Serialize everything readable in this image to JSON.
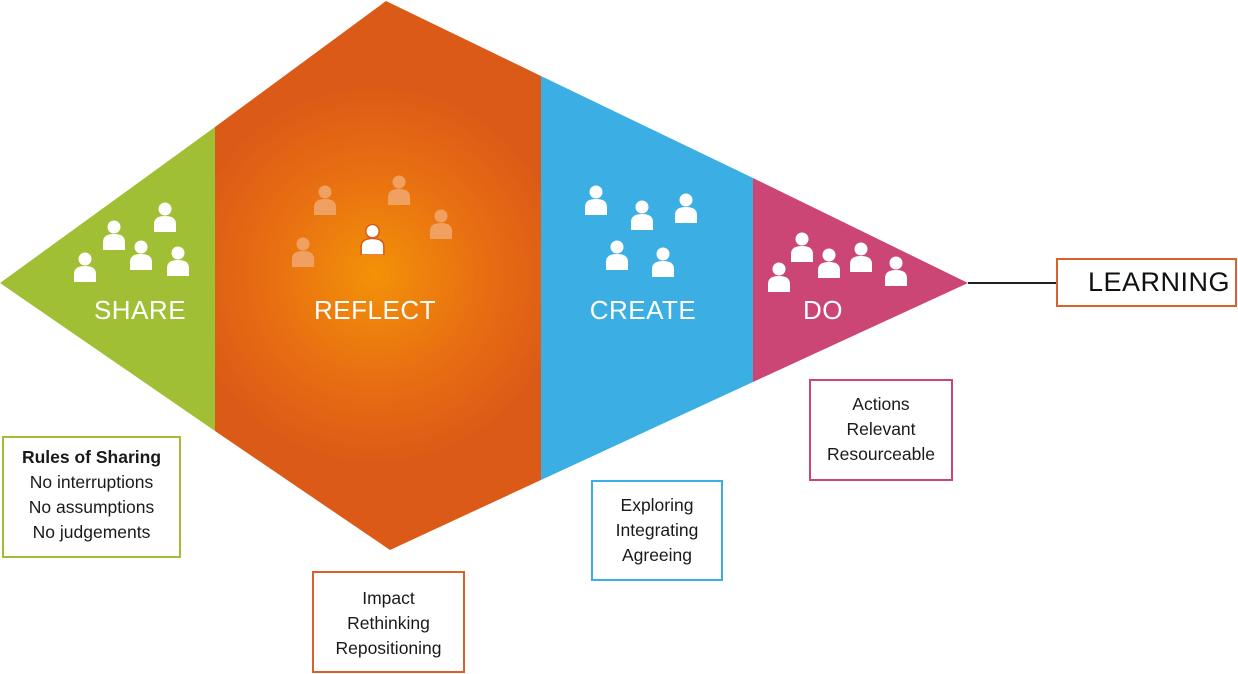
{
  "colors": {
    "share": "#a0bf34",
    "reflect": "#dc5a17",
    "reflect_glow": "#f39208",
    "create": "#3baee3",
    "do": "#cc4675",
    "person_white": "#ffffff",
    "person_reflect": "#f0a060",
    "learning_border": "#d9622a"
  },
  "stages": [
    {
      "id": "share",
      "label": "SHARE"
    },
    {
      "id": "reflect",
      "label": "REFLECT"
    },
    {
      "id": "create",
      "label": "CREATE"
    },
    {
      "id": "do",
      "label": "DO"
    }
  ],
  "boxes": {
    "share": {
      "heading": "Rules of Sharing",
      "lines": [
        "No interruptions",
        "No assumptions",
        "No judgements"
      ],
      "border_color": "#a0bf34"
    },
    "reflect": {
      "lines": [
        "Impact",
        "Rethinking",
        "Repositioning"
      ],
      "border_color": "#d9622a"
    },
    "create": {
      "lines": [
        "Exploring",
        "Integrating",
        "Agreeing"
      ],
      "border_color": "#3baee3"
    },
    "do": {
      "lines": [
        "Actions",
        "Relevant",
        "Resourceable"
      ],
      "border_color": "#cc4675"
    }
  },
  "outcome": {
    "label": "LEARNING"
  },
  "icons": {
    "person": "person-icon",
    "arrow": "arrow-right-icon"
  }
}
